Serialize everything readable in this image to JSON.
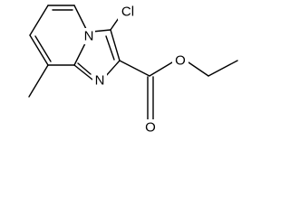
{
  "molecule": {
    "atoms": {
      "chlorine": "Cl",
      "bridgehead_nitrogen": "N",
      "ring_nitrogen": "N",
      "carbonyl_oxygen": "O",
      "ester_oxygen": "O"
    }
  }
}
